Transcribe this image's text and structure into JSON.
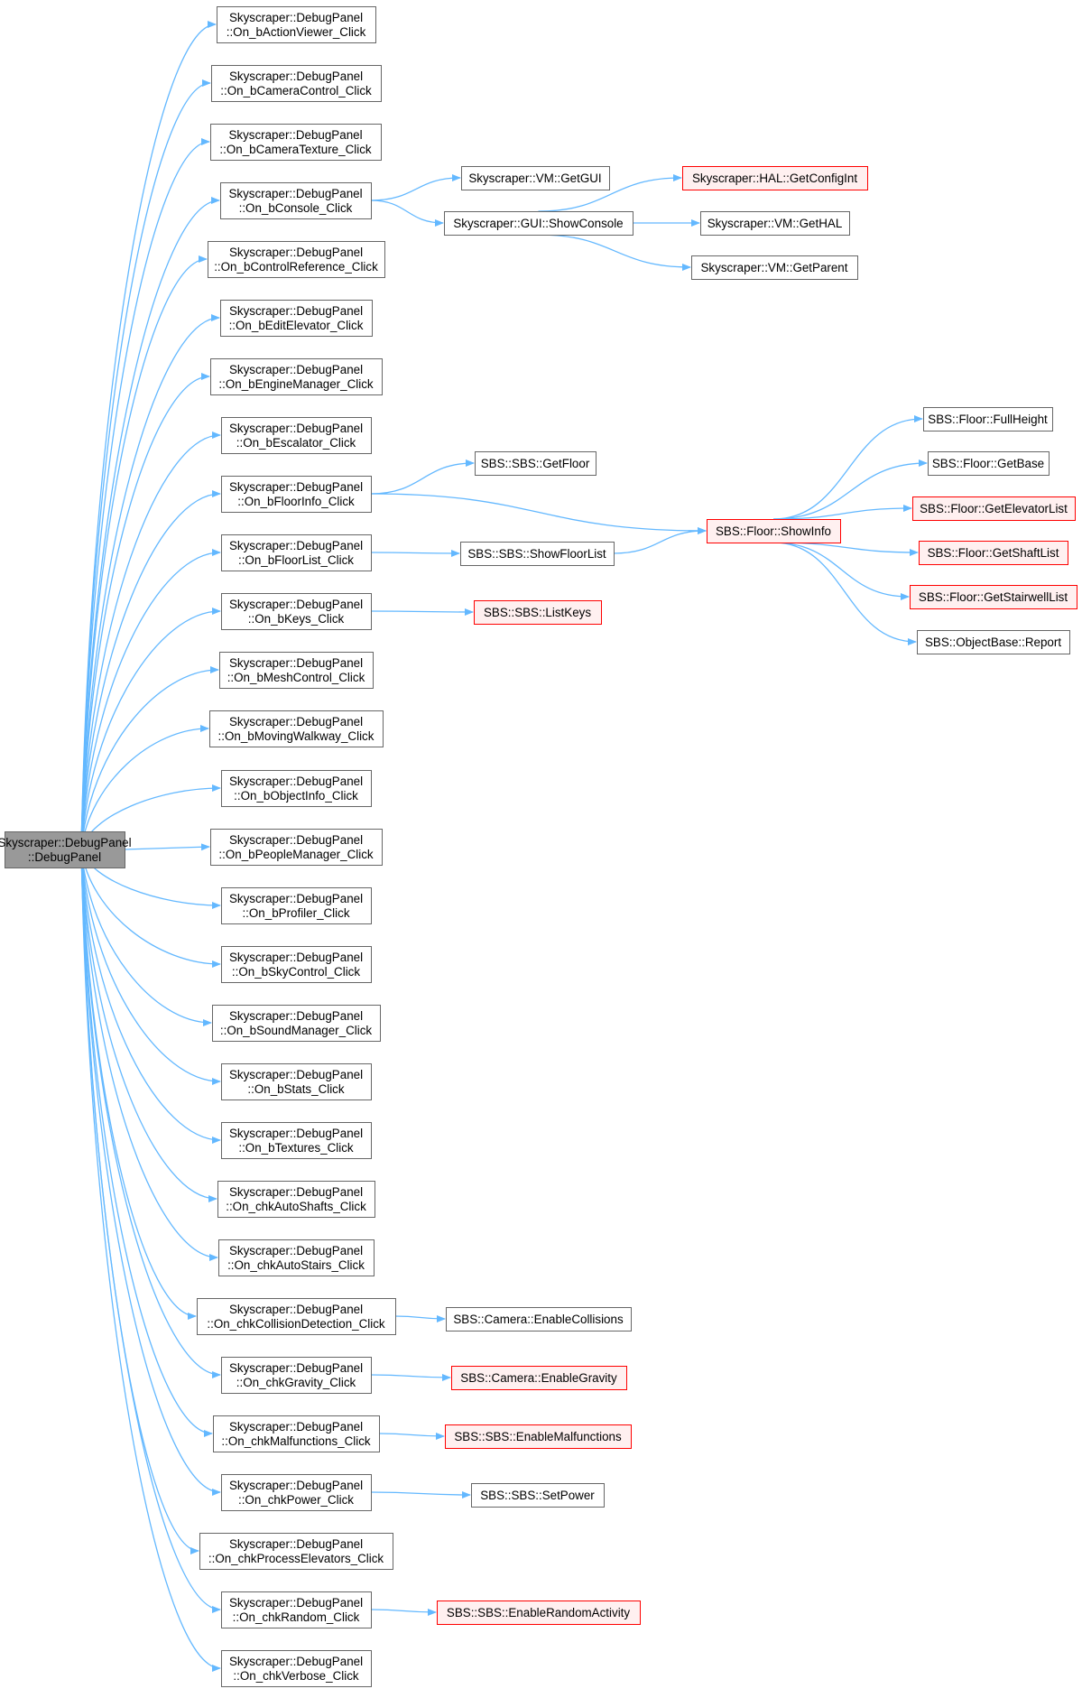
{
  "colors": {
    "root_fill": "#999999",
    "root_stroke": "#666666",
    "normal_fill": "#ffffff",
    "normal_stroke": "#666666",
    "truncated_fill": "#fff0f0",
    "truncated_stroke": "#ff0000",
    "edge": "#63b8ff",
    "background": "#ffffff"
  },
  "nodes": {
    "root": {
      "lines": [
        "Skyscraper::DebugPanel",
        "::DebugPanel"
      ],
      "style": "root"
    },
    "n_actionviewer": {
      "lines": [
        "Skyscraper::DebugPanel",
        "::On_bActionViewer_Click"
      ],
      "style": "normal"
    },
    "n_cameracontrol": {
      "lines": [
        "Skyscraper::DebugPanel",
        "::On_bCameraControl_Click"
      ],
      "style": "normal"
    },
    "n_cameratexture": {
      "lines": [
        "Skyscraper::DebugPanel",
        "::On_bCameraTexture_Click"
      ],
      "style": "normal"
    },
    "n_console": {
      "lines": [
        "Skyscraper::DebugPanel",
        "::On_bConsole_Click"
      ],
      "style": "normal"
    },
    "n_controlref": {
      "lines": [
        "Skyscraper::DebugPanel",
        "::On_bControlReference_Click"
      ],
      "style": "normal"
    },
    "n_editelevator": {
      "lines": [
        "Skyscraper::DebugPanel",
        "::On_bEditElevator_Click"
      ],
      "style": "normal"
    },
    "n_enginemanager": {
      "lines": [
        "Skyscraper::DebugPanel",
        "::On_bEngineManager_Click"
      ],
      "style": "normal"
    },
    "n_escalator": {
      "lines": [
        "Skyscraper::DebugPanel",
        "::On_bEscalator_Click"
      ],
      "style": "normal"
    },
    "n_floorinfo": {
      "lines": [
        "Skyscraper::DebugPanel",
        "::On_bFloorInfo_Click"
      ],
      "style": "normal"
    },
    "n_floorlist": {
      "lines": [
        "Skyscraper::DebugPanel",
        "::On_bFloorList_Click"
      ],
      "style": "normal"
    },
    "n_keys": {
      "lines": [
        "Skyscraper::DebugPanel",
        "::On_bKeys_Click"
      ],
      "style": "normal"
    },
    "n_meshcontrol": {
      "lines": [
        "Skyscraper::DebugPanel",
        "::On_bMeshControl_Click"
      ],
      "style": "normal"
    },
    "n_movingwalkway": {
      "lines": [
        "Skyscraper::DebugPanel",
        "::On_bMovingWalkway_Click"
      ],
      "style": "normal"
    },
    "n_objectinfo": {
      "lines": [
        "Skyscraper::DebugPanel",
        "::On_bObjectInfo_Click"
      ],
      "style": "normal"
    },
    "n_peoplemanager": {
      "lines": [
        "Skyscraper::DebugPanel",
        "::On_bPeopleManager_Click"
      ],
      "style": "normal"
    },
    "n_profiler": {
      "lines": [
        "Skyscraper::DebugPanel",
        "::On_bProfiler_Click"
      ],
      "style": "normal"
    },
    "n_skycontrol": {
      "lines": [
        "Skyscraper::DebugPanel",
        "::On_bSkyControl_Click"
      ],
      "style": "normal"
    },
    "n_soundmanager": {
      "lines": [
        "Skyscraper::DebugPanel",
        "::On_bSoundManager_Click"
      ],
      "style": "normal"
    },
    "n_stats": {
      "lines": [
        "Skyscraper::DebugPanel",
        "::On_bStats_Click"
      ],
      "style": "normal"
    },
    "n_textures": {
      "lines": [
        "Skyscraper::DebugPanel",
        "::On_bTextures_Click"
      ],
      "style": "normal"
    },
    "n_autoshafts": {
      "lines": [
        "Skyscraper::DebugPanel",
        "::On_chkAutoShafts_Click"
      ],
      "style": "normal"
    },
    "n_autostairs": {
      "lines": [
        "Skyscraper::DebugPanel",
        "::On_chkAutoStairs_Click"
      ],
      "style": "normal"
    },
    "n_collision": {
      "lines": [
        "Skyscraper::DebugPanel",
        "::On_chkCollisionDetection_Click"
      ],
      "style": "normal"
    },
    "n_gravity": {
      "lines": [
        "Skyscraper::DebugPanel",
        "::On_chkGravity_Click"
      ],
      "style": "normal"
    },
    "n_malfunctions": {
      "lines": [
        "Skyscraper::DebugPanel",
        "::On_chkMalfunctions_Click"
      ],
      "style": "normal"
    },
    "n_power": {
      "lines": [
        "Skyscraper::DebugPanel",
        "::On_chkPower_Click"
      ],
      "style": "normal"
    },
    "n_processelevators": {
      "lines": [
        "Skyscraper::DebugPanel",
        "::On_chkProcessElevators_Click"
      ],
      "style": "normal"
    },
    "n_random": {
      "lines": [
        "Skyscraper::DebugPanel",
        "::On_chkRandom_Click"
      ],
      "style": "normal"
    },
    "n_verbose": {
      "lines": [
        "Skyscraper::DebugPanel",
        "::On_chkVerbose_Click"
      ],
      "style": "normal"
    },
    "vm_getgui": {
      "lines": [
        "Skyscraper::VM::GetGUI"
      ],
      "style": "normal"
    },
    "gui_showconsole": {
      "lines": [
        "Skyscraper::GUI::ShowConsole"
      ],
      "style": "normal"
    },
    "hal_getconfigint": {
      "lines": [
        "Skyscraper::HAL::GetConfigInt"
      ],
      "style": "truncated"
    },
    "vm_gethal": {
      "lines": [
        "Skyscraper::VM::GetHAL"
      ],
      "style": "normal"
    },
    "vm_getparent": {
      "lines": [
        "Skyscraper::VM::GetParent"
      ],
      "style": "normal"
    },
    "sbs_getfloor": {
      "lines": [
        "SBS::SBS::GetFloor"
      ],
      "style": "normal"
    },
    "floor_showinfo": {
      "lines": [
        "SBS::Floor::ShowInfo"
      ],
      "style": "truncated"
    },
    "sbs_showfloorlist": {
      "lines": [
        "SBS::SBS::ShowFloorList"
      ],
      "style": "normal"
    },
    "sbs_listkeys": {
      "lines": [
        "SBS::SBS::ListKeys"
      ],
      "style": "truncated"
    },
    "floor_fullheight": {
      "lines": [
        "SBS::Floor::FullHeight"
      ],
      "style": "normal"
    },
    "floor_getbase": {
      "lines": [
        "SBS::Floor::GetBase"
      ],
      "style": "normal"
    },
    "floor_getelevatorlist": {
      "lines": [
        "SBS::Floor::GetElevatorList"
      ],
      "style": "truncated"
    },
    "floor_getshaftlist": {
      "lines": [
        "SBS::Floor::GetShaftList"
      ],
      "style": "truncated"
    },
    "floor_getstairwelllist": {
      "lines": [
        "SBS::Floor::GetStairwellList"
      ],
      "style": "truncated"
    },
    "objectbase_report": {
      "lines": [
        "SBS::ObjectBase::Report"
      ],
      "style": "normal"
    },
    "camera_enablecollisions": {
      "lines": [
        "SBS::Camera::EnableCollisions"
      ],
      "style": "normal"
    },
    "camera_enablegravity": {
      "lines": [
        "SBS::Camera::EnableGravity"
      ],
      "style": "truncated"
    },
    "sbs_enablemalfunctions": {
      "lines": [
        "SBS::SBS::EnableMalfunctions"
      ],
      "style": "truncated"
    },
    "sbs_setpower": {
      "lines": [
        "SBS::SBS::SetPower"
      ],
      "style": "normal"
    },
    "sbs_enablerandomactivity": {
      "lines": [
        "SBS::SBS::EnableRandomActivity"
      ],
      "style": "truncated"
    }
  },
  "edges": [
    [
      "root",
      "n_actionviewer"
    ],
    [
      "root",
      "n_cameracontrol"
    ],
    [
      "root",
      "n_cameratexture"
    ],
    [
      "root",
      "n_console"
    ],
    [
      "root",
      "n_controlref"
    ],
    [
      "root",
      "n_editelevator"
    ],
    [
      "root",
      "n_enginemanager"
    ],
    [
      "root",
      "n_escalator"
    ],
    [
      "root",
      "n_floorinfo"
    ],
    [
      "root",
      "n_floorlist"
    ],
    [
      "root",
      "n_keys"
    ],
    [
      "root",
      "n_meshcontrol"
    ],
    [
      "root",
      "n_movingwalkway"
    ],
    [
      "root",
      "n_objectinfo"
    ],
    [
      "root",
      "n_peoplemanager"
    ],
    [
      "root",
      "n_profiler"
    ],
    [
      "root",
      "n_skycontrol"
    ],
    [
      "root",
      "n_soundmanager"
    ],
    [
      "root",
      "n_stats"
    ],
    [
      "root",
      "n_textures"
    ],
    [
      "root",
      "n_autoshafts"
    ],
    [
      "root",
      "n_autostairs"
    ],
    [
      "root",
      "n_collision"
    ],
    [
      "root",
      "n_gravity"
    ],
    [
      "root",
      "n_malfunctions"
    ],
    [
      "root",
      "n_power"
    ],
    [
      "root",
      "n_processelevators"
    ],
    [
      "root",
      "n_random"
    ],
    [
      "root",
      "n_verbose"
    ],
    [
      "n_console",
      "vm_getgui"
    ],
    [
      "n_console",
      "gui_showconsole"
    ],
    [
      "gui_showconsole",
      "hal_getconfigint"
    ],
    [
      "gui_showconsole",
      "vm_gethal"
    ],
    [
      "gui_showconsole",
      "vm_getparent"
    ],
    [
      "n_floorinfo",
      "sbs_getfloor"
    ],
    [
      "n_floorinfo",
      "floor_showinfo"
    ],
    [
      "n_floorlist",
      "sbs_showfloorlist"
    ],
    [
      "sbs_showfloorlist",
      "floor_showinfo"
    ],
    [
      "n_keys",
      "sbs_listkeys"
    ],
    [
      "floor_showinfo",
      "floor_fullheight"
    ],
    [
      "floor_showinfo",
      "floor_getbase"
    ],
    [
      "floor_showinfo",
      "floor_getelevatorlist"
    ],
    [
      "floor_showinfo",
      "floor_getshaftlist"
    ],
    [
      "floor_showinfo",
      "floor_getstairwelllist"
    ],
    [
      "floor_showinfo",
      "objectbase_report"
    ],
    [
      "n_collision",
      "camera_enablecollisions"
    ],
    [
      "n_gravity",
      "camera_enablegravity"
    ],
    [
      "n_malfunctions",
      "sbs_enablemalfunctions"
    ],
    [
      "n_power",
      "sbs_setpower"
    ],
    [
      "n_random",
      "sbs_enablerandomactivity"
    ]
  ]
}
